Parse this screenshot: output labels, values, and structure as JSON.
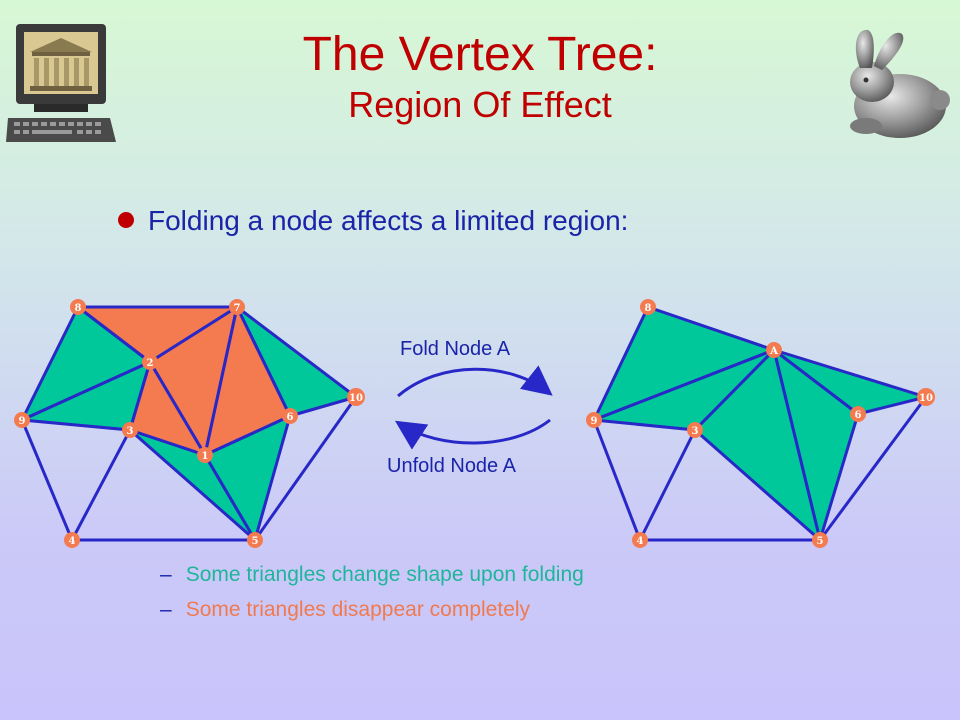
{
  "title": {
    "line1": "The Vertex Tree:",
    "line2": "Region Of Effect"
  },
  "bullet": {
    "text": "Folding a node affects a limited region:"
  },
  "sub_items": [
    {
      "text": "Some triangles change shape upon folding",
      "color": "#1fb59a"
    },
    {
      "text": "Some triangles disappear completely",
      "color": "#f07a50"
    }
  ],
  "arrows": {
    "fold_label": "Fold Node A",
    "unfold_label": "Unfold Node A"
  },
  "left_mesh": {
    "node_labels": [
      "8",
      "7",
      "2",
      "10",
      "9",
      "6",
      "3",
      "1",
      "4",
      "5"
    ]
  },
  "right_mesh": {
    "node_labels": [
      "8",
      "A",
      "10",
      "9",
      "6",
      "3",
      "4",
      "5"
    ]
  },
  "colors": {
    "title": "#c00000",
    "text": "#1a24a8",
    "green_fill": "#00c89a",
    "orange_fill": "#f47a50",
    "edge": "#2828c8",
    "node": "#f47a50"
  },
  "icons": {
    "left": "computer-icon",
    "right": "bunny-icon"
  }
}
